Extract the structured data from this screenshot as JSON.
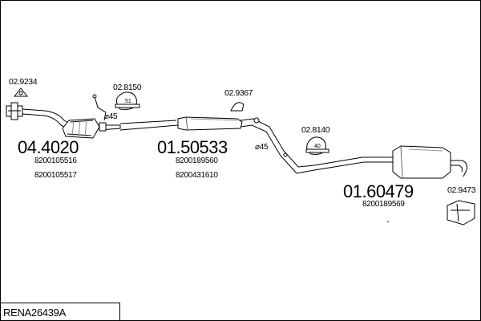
{
  "parts": [
    {
      "id": "p1",
      "code": "04.4020",
      "refs": [
        "8200105516",
        "8200105517"
      ]
    },
    {
      "id": "p2",
      "code": "01.50533",
      "refs": [
        "8200189560",
        "8200431610"
      ]
    },
    {
      "id": "p3",
      "code": "01.60479",
      "refs": [
        "8200189569"
      ]
    }
  ],
  "accessories": [
    {
      "id": "a1",
      "code": "02.9234"
    },
    {
      "id": "a2",
      "code": "02.8150"
    },
    {
      "id": "a3",
      "code": "02.9367"
    },
    {
      "id": "a4",
      "code": "02.8140"
    },
    {
      "id": "a5",
      "code": "02.9473"
    }
  ],
  "dimensions": [
    {
      "id": "d1",
      "label": "⌀45"
    },
    {
      "id": "d2",
      "label": "⌀45"
    }
  ],
  "reference": "RENA26439A"
}
